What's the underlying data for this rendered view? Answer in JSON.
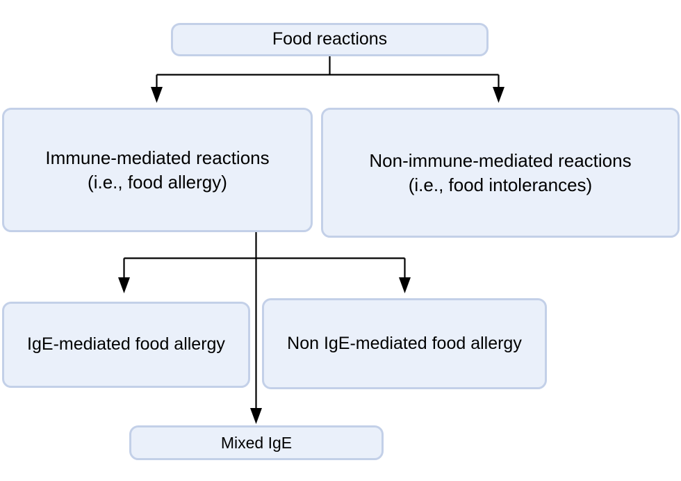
{
  "diagram": {
    "title": "Food reactions classification flowchart",
    "colors": {
      "node_fill": "#eaf0fa",
      "node_border": "#c3d0e8",
      "connector": "#000000",
      "text": "#000000",
      "background": "#ffffff"
    },
    "nodes": {
      "root": {
        "id": "food-reactions",
        "label": "Food reactions",
        "level": 1
      },
      "immune": {
        "id": "immune-mediated-reactions",
        "label": "Immune-mediated reactions\n(i.e., food allergy)",
        "line1": "Immune-mediated reactions",
        "line2": "(i.e., food allergy)",
        "level": 2
      },
      "non_immune": {
        "id": "non-immune-mediated-reactions",
        "label": "Non-immune-mediated reactions\n(i.e., food intolerances)",
        "line1": "Non-immune-mediated reactions",
        "line2": "(i.e., food intolerances)",
        "level": 2
      },
      "ige": {
        "id": "ige-mediated-food-allergy",
        "label": "IgE-mediated food allergy",
        "level": 3
      },
      "non_ige": {
        "id": "non-ige-mediated-food-allergy",
        "label": "Non IgE-mediated food allergy",
        "level": 3
      },
      "mixed": {
        "id": "mixed-ige",
        "label": "Mixed IgE",
        "level": 4
      }
    },
    "edges": [
      {
        "from": "food-reactions",
        "to": "immune-mediated-reactions",
        "style": "elbow-arrow"
      },
      {
        "from": "food-reactions",
        "to": "non-immune-mediated-reactions",
        "style": "elbow-arrow"
      },
      {
        "from": "immune-mediated-reactions",
        "to": "ige-mediated-food-allergy",
        "style": "elbow-arrow"
      },
      {
        "from": "immune-mediated-reactions",
        "to": "non-ige-mediated-food-allergy",
        "style": "elbow-arrow"
      },
      {
        "from": "immune-mediated-reactions",
        "to": "mixed-ige",
        "style": "straight-arrow"
      }
    ]
  }
}
